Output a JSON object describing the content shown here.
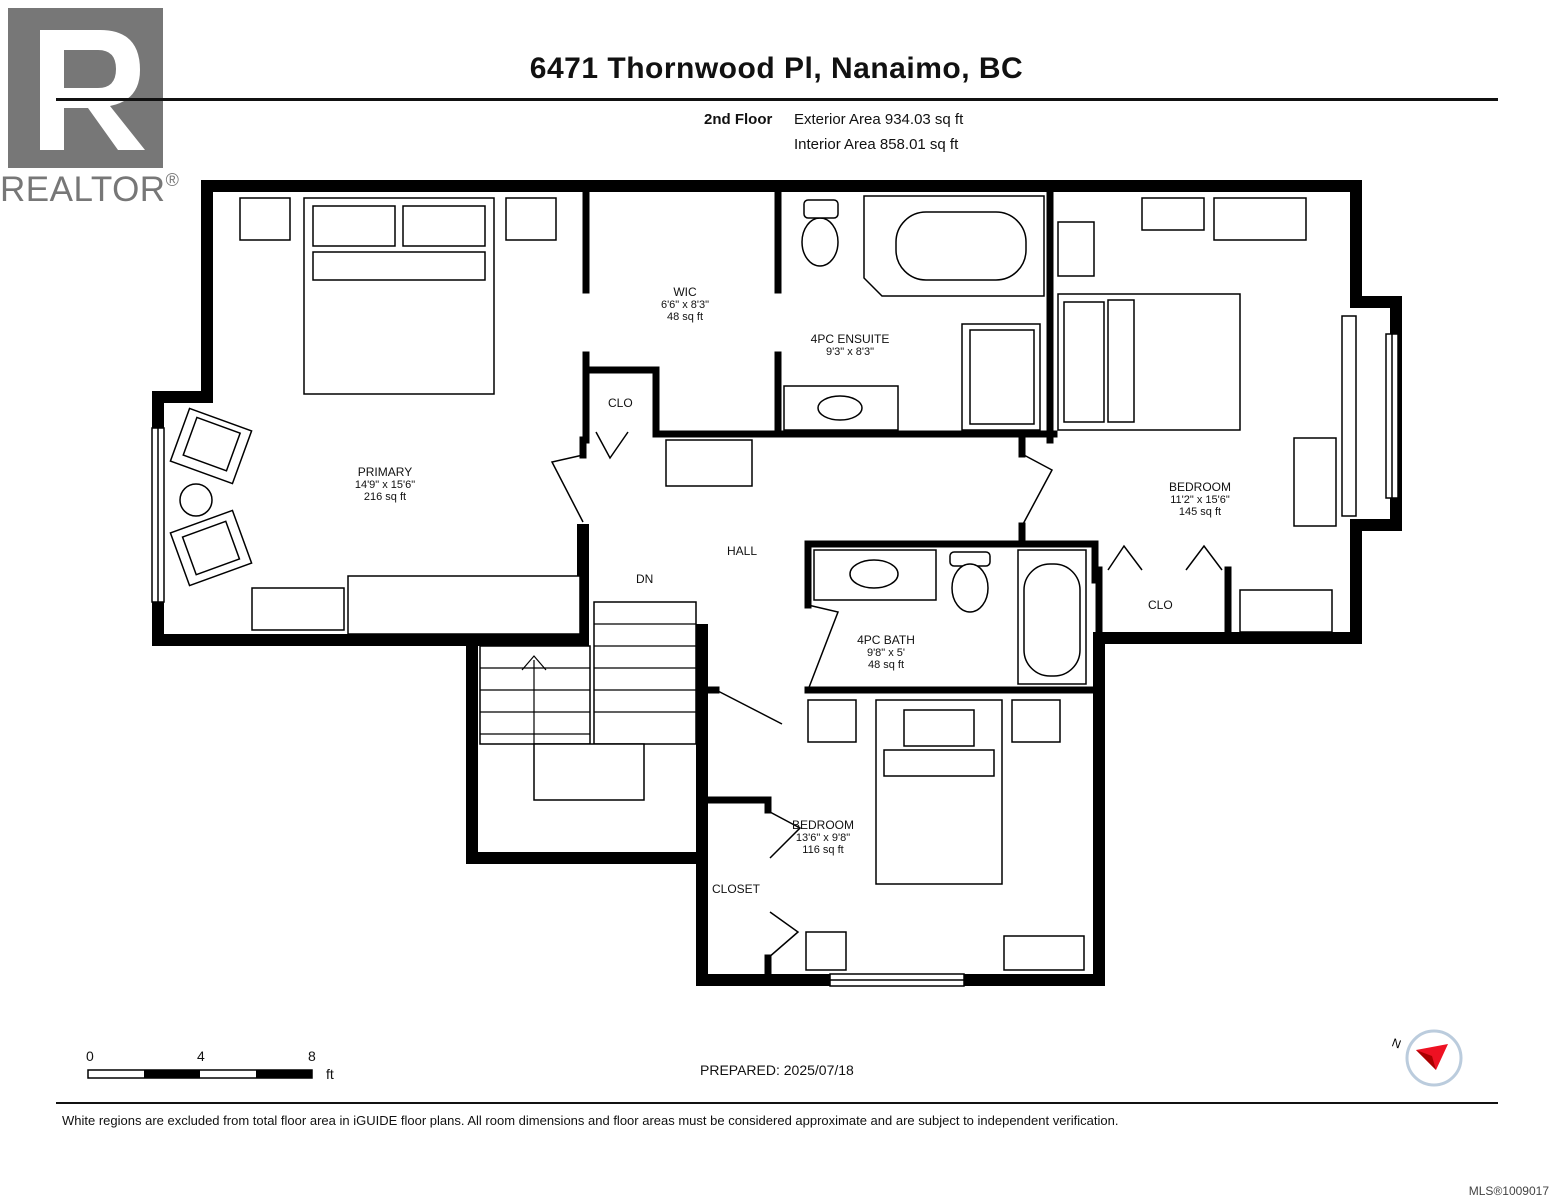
{
  "logo": {
    "text": "REALTOR",
    "mark": "®",
    "icon": "realtor-r-logo-icon"
  },
  "header": {
    "address": "6471 Thornwood Pl, Nanaimo, BC"
  },
  "floor": {
    "name": "2nd Floor",
    "exterior_area": "Exterior Area 934.03 sq ft",
    "interior_area": "Interior Area 858.01 sq ft"
  },
  "rooms": {
    "primary": {
      "name": "PRIMARY",
      "dims": "14'9\" x 15'6\"",
      "area": "216 sq ft"
    },
    "wic": {
      "name": "WIC",
      "dims": "6'6\" x 8'3\"",
      "area": "48 sq ft"
    },
    "ensuite": {
      "name": "4PC ENSUITE",
      "dims": "9'3\" x 8'3\""
    },
    "bedroom_right": {
      "name": "BEDROOM",
      "dims": "11'2\" x 15'6\"",
      "area": "145 sq ft"
    },
    "bath": {
      "name": "4PC BATH",
      "dims": "9'8\" x 5'",
      "area": "48 sq ft"
    },
    "bedroom_bottom": {
      "name": "BEDROOM",
      "dims": "13'6\" x 9'8\"",
      "area": "116 sq ft"
    },
    "hall": "HALL",
    "dn": "DN",
    "clo_left": "CLO",
    "clo_right": "CLO",
    "closet": "CLOSET"
  },
  "scale": {
    "labels": [
      "0",
      "4",
      "8"
    ],
    "unit": "ft"
  },
  "prepared": "PREPARED: 2025/07/18",
  "compass_icon": "north-compass-icon",
  "footnote": "White regions are excluded from total floor area in iGUIDE floor plans. All room dimensions and floor areas must be considered approximate and are subject to independent verification.",
  "mls": "MLS®1009017"
}
